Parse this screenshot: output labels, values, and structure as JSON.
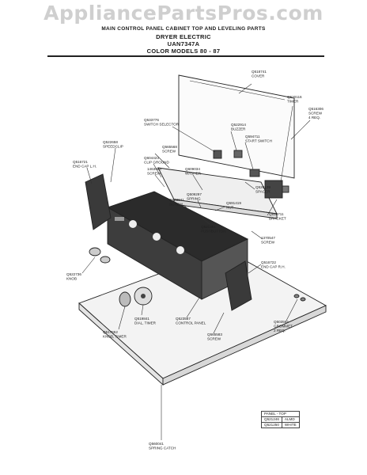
{
  "watermark": "AppliancePartsPros.com",
  "header": {
    "line1": "MAIN CONTROL PANEL CABINET TOP AND LEVELING PARTS",
    "line2": "DRYER ELECTRIC",
    "line3": "UAN7347A",
    "line4": "COLOR MODELS 80 - 87"
  },
  "labels": {
    "cover": [
      "Q518741",
      "COVER"
    ],
    "timer": [
      "Q520116",
      "TIMER"
    ],
    "screw4": [
      "Q516306",
      "SCREW",
      "4 REQ."
    ],
    "switch_selector": [
      "Q533776",
      "SWITCH SELECTOR"
    ],
    "buzzer": [
      "Q522914",
      "BUZZER"
    ],
    "start_switch": [
      "Q594711",
      "START SWITCH"
    ],
    "speedclip": [
      "Q522658",
      "SPEEDCLIP"
    ],
    "screw_a": [
      "Q565568",
      "SCREW"
    ],
    "clip_ground": [
      "Q604423",
      "CLIP GROUND"
    ],
    "endcap_lh": [
      "Q516721",
      "END CAP L.H."
    ],
    "screw_b": [
      "1463984",
      "SCREW"
    ],
    "washer": [
      "Q609034",
      "WASHER"
    ],
    "spacer": [
      "Q520129",
      "SPACER"
    ],
    "spring": [
      "Q509297",
      "SPRING"
    ],
    "screw_c": [
      "Q503841",
      "SCREW"
    ],
    "nut": [
      "Q591419",
      "NUT"
    ],
    "bracket": [
      "Q516711",
      "BRACKET"
    ],
    "pushbutton": [
      "Q521251",
      "PUSHBUTTON"
    ],
    "screw_d": [
      "1370547",
      "SCREW"
    ],
    "knob": [
      "Q522736",
      "KNOB"
    ],
    "endcap_rh": [
      "Q516722",
      "END CAP R.H."
    ],
    "dial_timer": [
      "Q519841",
      "DIAL, TIMER"
    ],
    "knob_timer": [
      "Q517652",
      "KNOB, TIMER"
    ],
    "control_panel": [
      "Q523567",
      "CONTROL PANEL"
    ],
    "grommet": [
      "Q503565",
      "GROMMET",
      "2 REQ."
    ],
    "screw_e": [
      "Q565583",
      "SCREW"
    ],
    "spring_catch": [
      "Q560041",
      "SPRING CATCH"
    ]
  },
  "parts_table": {
    "title": "PANEL - TOP",
    "rows": [
      [
        "Q521246",
        "ALMD"
      ],
      [
        "Q521250",
        "WHITE"
      ]
    ]
  }
}
